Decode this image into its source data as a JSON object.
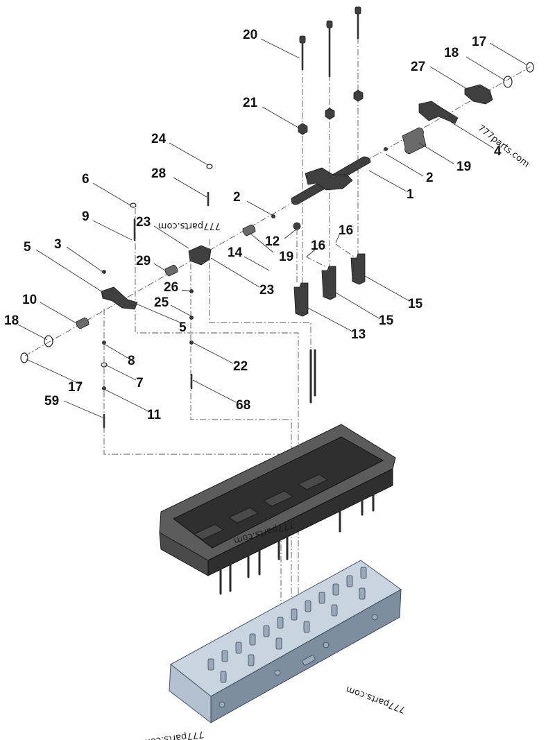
{
  "callouts": [
    "20",
    "17",
    "18",
    "27",
    "21",
    "24",
    "4",
    "19",
    "28",
    "6",
    "2",
    "1",
    "2",
    "9",
    "23",
    "12",
    "16",
    "16",
    "19",
    "14",
    "5",
    "3",
    "29",
    "23",
    "26",
    "25",
    "10",
    "5",
    "15",
    "13",
    "15",
    "18",
    "8",
    "22",
    "7",
    "17",
    "59",
    "11",
    "68"
  ],
  "watermarks": [
    "777parts.com",
    "777parts.com",
    "777parts.com",
    "777parts.com",
    "777parts.com"
  ]
}
